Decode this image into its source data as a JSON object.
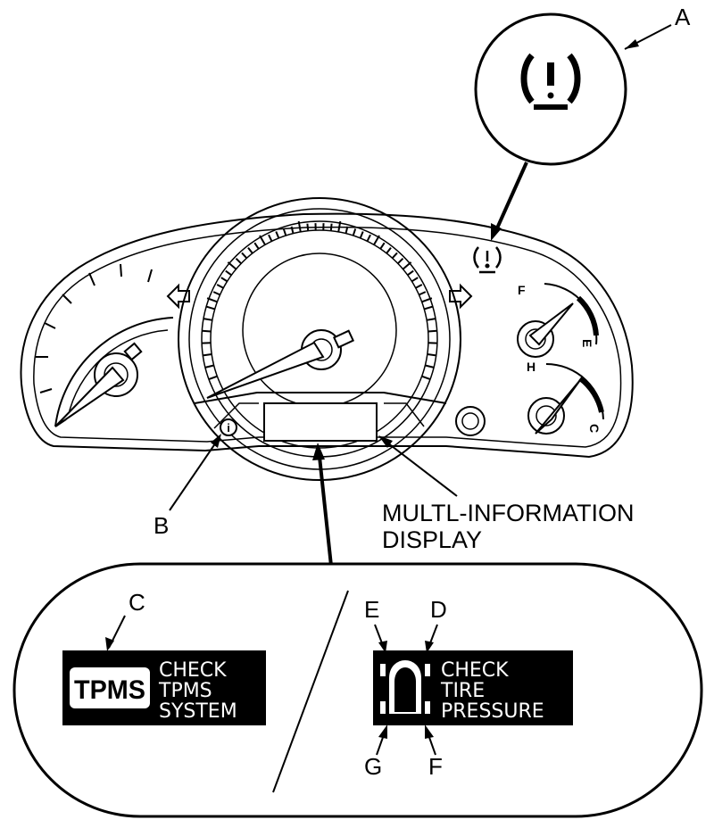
{
  "callouts": {
    "a": "A",
    "b": "B",
    "c": "C",
    "d": "D",
    "e": "E",
    "f": "F",
    "g": "G"
  },
  "mid_label": {
    "line1": "MULTL-INFORMATION",
    "line2": "DISPLAY"
  },
  "gauges": {
    "fuel_full": "F",
    "fuel_empty": "E",
    "temp_hot": "H",
    "temp_cold": "C"
  },
  "tpms_box": {
    "badge": "TPMS",
    "line1": "CHECK",
    "line2": "TPMS",
    "line3": "SYSTEM"
  },
  "tire_box": {
    "line1": "CHECK",
    "line2": "TIRE",
    "line3": "PRESSURE"
  },
  "info_icon_glyph": "i",
  "colors": {
    "ink": "#000000",
    "paper": "#ffffff"
  }
}
